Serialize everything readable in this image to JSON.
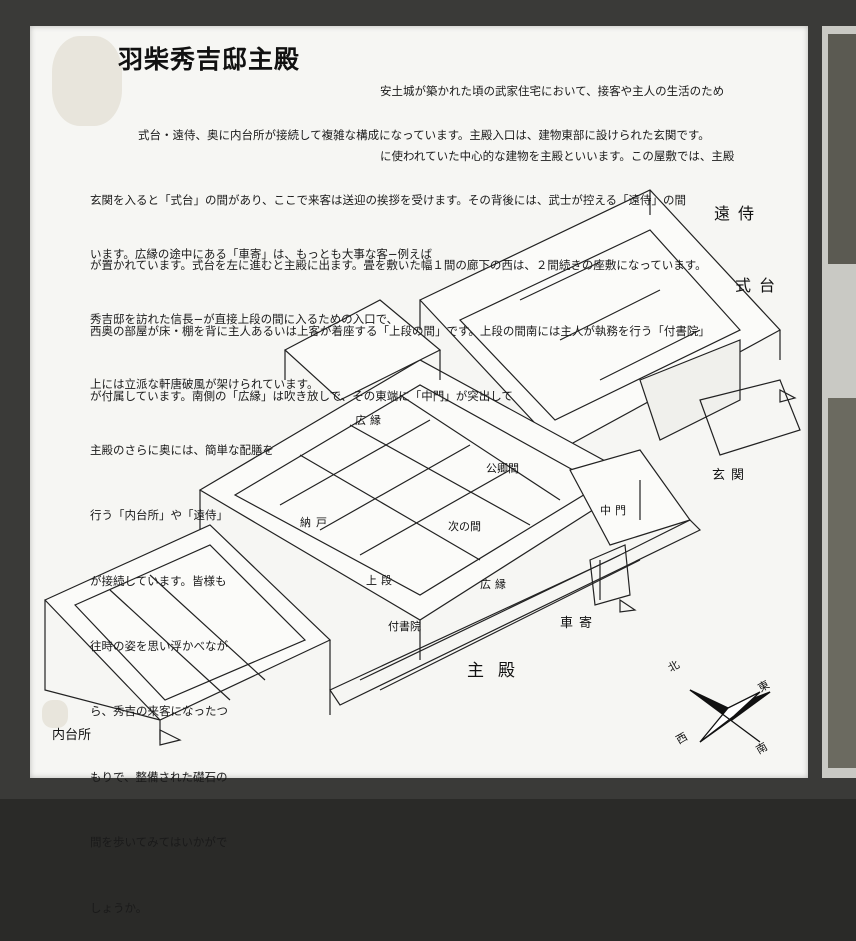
{
  "sign": {
    "title": "羽柴秀吉邸主殿",
    "text_top": [
      "安土城が築かれた頃の武家住宅において、接客や主人の生活のため",
      "に使われていた中心的な建物を主殿といいます。この屋敷では、主殿"
    ],
    "text_mid": [
      "式台・遠侍、奥に内台所が接続して複雑な構成になっています。主殿入口は、建物東部に設けられた玄関です。",
      "玄関を入ると「式台」の間があり、ここで来客は送迎の挨拶を受けます。その背後には、武士が控える「遠侍」の間",
      "が置かれています。式台を左に進むと主殿に出ます。畳を敷いた幅１間の廊下の西は、２間続きの座敷になっています。",
      "西奥の部屋が床・棚を背に主人あるいは上客が着座する「上段の間」です。上段の間南には主人が執務を行う「付書院」",
      "が付属しています。南側の「広縁」は吹き放しで、その東端に「中門」が突出して"
    ],
    "text_left": [
      "います。広縁の途中にある「車寄」は、もっとも大事な客−例えば",
      "秀吉邸を訪れた信長−が直接上段の間に入るための入口で、",
      "上には立派な軒唐破風が架けられています。",
      "主殿のさらに奥には、簡単な配膳を",
      "行う「内台所」や「遠侍」",
      "が接続しています。皆様も",
      "往時の姿を思い浮かべなが",
      "ら、秀吉の来客になったつ",
      "もりで、整備された礎石の",
      "間を歩いてみてはいかがで",
      "しょうか。"
    ]
  },
  "labels": {
    "tozamurai": "遠侍",
    "shikidai": "式台",
    "genkan": "玄関",
    "hiroen_upper": "広縁",
    "kugyonoma": "公卿間",
    "nando": "納戸",
    "tsuginoma": "次の間",
    "chumon": "中門",
    "jodan": "上段",
    "hiroen_lower": "広縁",
    "tsukeshoin": "付書院",
    "kurumayose": "車寄",
    "shuden": "主殿",
    "naidaidokoro": "内台所"
  },
  "compass": {
    "north": "北",
    "east": "東",
    "west": "西",
    "south": "南"
  },
  "colors": {
    "panel": "#f6f6f3",
    "ink": "#1a1a1a",
    "frame": "#3a3a38"
  }
}
